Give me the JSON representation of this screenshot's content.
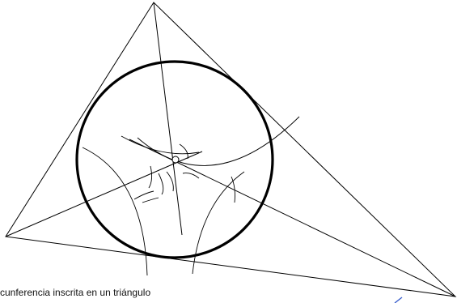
{
  "caption": "cunferencia inscrita en un triángulo",
  "colors": {
    "background": "#ffffff",
    "stroke": "#000000",
    "accent_mark": "#3a5fcd"
  },
  "elements": [
    "triangle",
    "incircle",
    "angle-bisectors",
    "compass-construction-arcs",
    "incenter-point"
  ]
}
